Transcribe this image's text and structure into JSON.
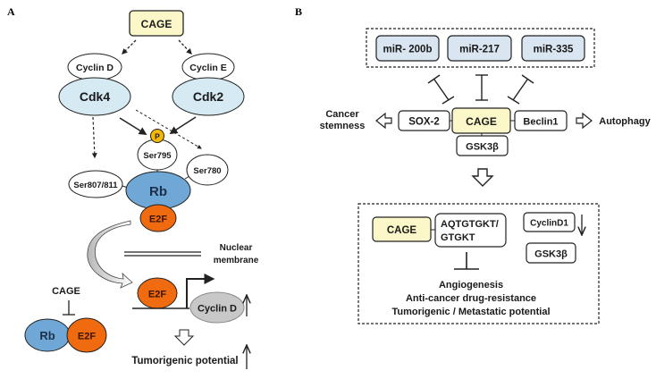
{
  "panels": {
    "a": {
      "label": "A",
      "cage_top": "CAGE",
      "cyclin_d": "Cyclin D",
      "cdk4": "Cdk4",
      "cyclin_e": "Cyclin E",
      "cdk2": "Cdk2",
      "phospho": "P",
      "ser795": "Ser795",
      "ser780": "Ser780",
      "ser807": "Ser807/811",
      "rb": "Rb",
      "e2f_bound": "E2F",
      "nuclear_membrane": [
        "Nuclear",
        "membrane"
      ],
      "e2f_nuclear": "E2F",
      "cyclin_d_gene": "Cyclin D",
      "cage_inhibitor": "CAGE",
      "rb_complex": "Rb",
      "e2f_complex": "E2F",
      "outcome": "Tumorigenic potential",
      "arrow_up_glyph": "up-arrow"
    },
    "b": {
      "label": "B",
      "mirnas": [
        "miR- 200b",
        "miR-217",
        "miR-335"
      ],
      "cage": "CAGE",
      "sox2": "SOX-2",
      "beclin1": "Beclin1",
      "gsk3b": "GSK3β",
      "stemness": [
        "Cancer",
        "stemness"
      ],
      "autophagy": "Autophagy",
      "lower": {
        "cage": "CAGE",
        "peptide": [
          "AQTGTGKT/",
          "GTGKT"
        ],
        "cyclind1": "CyclinD1",
        "gsk3b": "GSK3β",
        "outcomes": [
          "Angiogenesis",
          "Anti-cancer drug-resistance",
          "Tumorigenic / Metastatic potential"
        ]
      }
    }
  },
  "colors": {
    "cage_fill": "#fbf7c9",
    "cdk_fill": "#d6eaf3",
    "rb_fill": "#6fa8d6",
    "e2f_fill": "#f06a10",
    "phospho_fill": "#f5b800",
    "cyclin_gene_fill": "#c8c8c8",
    "mirna_fill": "#d9e5f0",
    "stroke": "#222222"
  }
}
